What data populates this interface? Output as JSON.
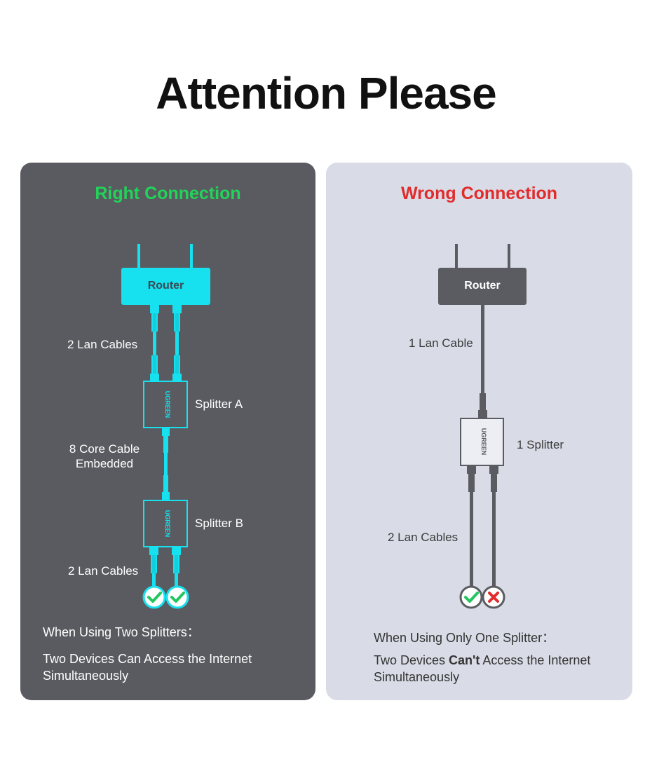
{
  "title": "Attention Please",
  "right": {
    "heading": "Right Connection",
    "heading_color": "#22d35a",
    "accent_color": "#17e0ef",
    "router": "Router",
    "top_cables": "2 Lan Cables",
    "splitter_a": "Splitter A",
    "core_cable": "8 Core Cable Embedded",
    "splitter_b": "Splitter B",
    "bottom_cables": "2 Lan Cables",
    "splitter_brand": "UGREEN",
    "status": [
      "check",
      "check"
    ],
    "note_title": "When Using Two Splitters：",
    "note_body": "Two Devices Can Access the Internet Simultaneously"
  },
  "wrong": {
    "heading": "Wrong Connection",
    "heading_color": "#e22b2b",
    "device_color": "#5b5c61",
    "router": "Router",
    "top_cable": "1 Lan Cable",
    "splitter": "1 Splitter",
    "bottom_cables": "2 Lan Cables",
    "splitter_brand": "UGREEN",
    "status": [
      "check",
      "cross"
    ],
    "note_title": "When Using Only One Splitter：",
    "note_pre": "Two Devices ",
    "note_strong": "Can't",
    "note_post": " Access the Internet",
    "note_tail": "Simultaneously"
  }
}
